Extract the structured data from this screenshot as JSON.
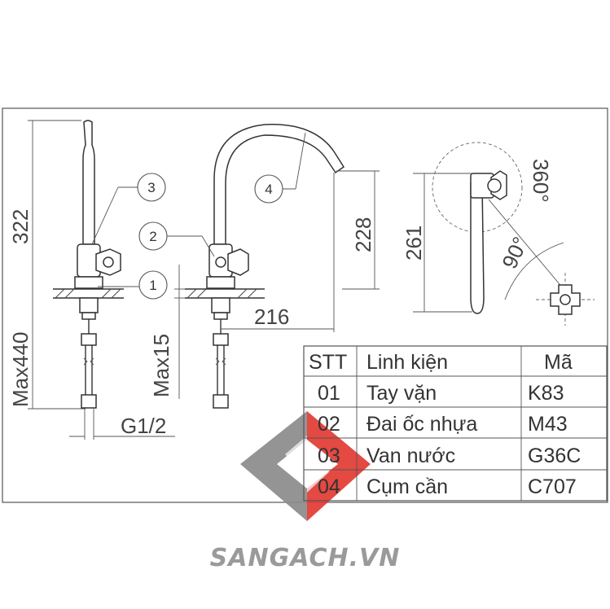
{
  "dimensions": {
    "height_total": "322",
    "max_total": "Max440",
    "spout_height": "228",
    "max_thickness": "Max15",
    "spout_reach": "216",
    "thread": "G1/2",
    "top_height": "261",
    "rotation": "360°",
    "angle": "90°"
  },
  "callouts": [
    "1",
    "2",
    "3",
    "4"
  ],
  "parts_table": {
    "headers": [
      "STT",
      "Linh kiện",
      "Mã"
    ],
    "rows": [
      {
        "stt": "01",
        "name": "Tay vặn",
        "code": "K83"
      },
      {
        "stt": "02",
        "name": "Đai ốc nhựa",
        "code": "M43"
      },
      {
        "stt": "03",
        "name": "Van nước",
        "code": "G36C"
      },
      {
        "stt": "04",
        "name": "Cụm cần",
        "code": "C707"
      }
    ]
  },
  "watermark": {
    "text": "SANGACH.VN",
    "colors": {
      "gray": "#8c8c8c",
      "red": "#e23a33"
    }
  },
  "colors": {
    "line": "#333333",
    "text": "#444444",
    "border": "#555555"
  }
}
